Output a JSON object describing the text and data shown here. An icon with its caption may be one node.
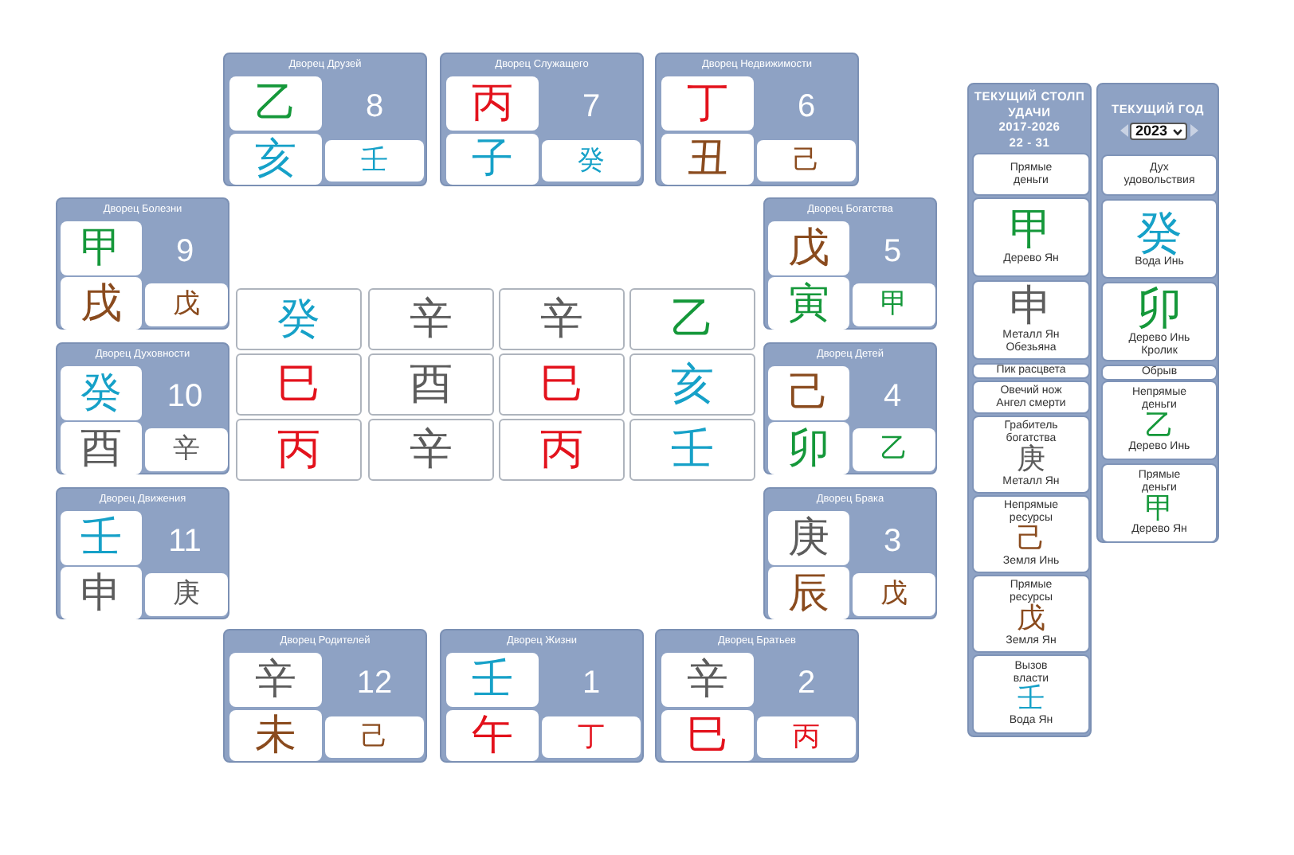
{
  "diagram": {
    "nodes": [
      {
        "text": [
          "Дворец Друзей",
          "8"
        ]
      },
      {
        "text": [
          "乙"
        ],
        "in": 0
      },
      {
        "text": [
          "亥"
        ],
        "in": 0
      },
      {
        "text": [
          "壬"
        ],
        "in": 0
      },
      {
        "text": [
          "Дворец Служащего",
          "7"
        ]
      },
      {
        "text": [
          "丙"
        ],
        "in": 4
      },
      {
        "text": [
          "子"
        ],
        "in": 4
      },
      {
        "text": [
          "癸"
        ],
        "in": 4
      },
      {
        "text": [
          "Дворец Недвижимости",
          "6"
        ]
      },
      {
        "text": [
          "丁"
        ],
        "in": 8
      },
      {
        "text": [
          "丑"
        ],
        "in": 8
      },
      {
        "text": [
          "己"
        ],
        "in": 8
      },
      {
        "text": [
          "Дворец Болезни",
          "9"
        ]
      },
      {
        "text": [
          "甲"
        ],
        "in": 12
      },
      {
        "text": [
          "戌"
        ],
        "in": 12
      },
      {
        "text": [
          "戊"
        ],
        "in": 12
      },
      {
        "text": [
          "Дворец Богатства",
          "5"
        ]
      },
      {
        "text": [
          "戊"
        ],
        "in": 16
      },
      {
        "text": [
          "寅"
        ],
        "in": 16
      },
      {
        "text": [
          "甲"
        ],
        "in": 16
      },
      {
        "text": [
          "Дворец Духовности",
          "10"
        ]
      },
      {
        "text": [
          "癸"
        ],
        "in": 20
      },
      {
        "text": [
          "酉"
        ],
        "in": 20
      },
      {
        "text": [
          "辛"
        ],
        "in": 20
      },
      {
        "text": [
          "Дворец Детей",
          "4"
        ]
      },
      {
        "text": [
          "己"
        ],
        "in": 24
      },
      {
        "text": [
          "卯"
        ],
        "in": 24
      },
      {
        "text": [
          "乙"
        ],
        "in": 24
      },
      {
        "text": [
          "Дворец Движения",
          "11"
        ]
      },
      {
        "text": [
          "壬"
        ],
        "in": 28
      },
      {
        "text": [
          "申"
        ],
        "in": 28
      },
      {
        "text": [
          "庚"
        ],
        "in": 28
      },
      {
        "text": [
          "Дворец Брака",
          "3"
        ]
      },
      {
        "text": [
          "庚"
        ],
        "in": 32
      },
      {
        "text": [
          "辰"
        ],
        "in": 32
      },
      {
        "text": [
          "戊"
        ],
        "in": 32
      },
      {
        "text": [
          "癸"
        ]
      },
      {
        "text": [
          "辛"
        ]
      },
      {
        "text": [
          "辛"
        ]
      },
      {
        "text": [
          "乙"
        ]
      },
      {
        "text": [
          "巳"
        ]
      },
      {
        "text": [
          "酉"
        ]
      },
      {
        "text": [
          "巳"
        ]
      },
      {
        "text": [
          "亥"
        ]
      },
      {
        "text": [
          "丙"
        ]
      },
      {
        "text": [
          "辛"
        ]
      },
      {
        "text": [
          "丙"
        ]
      },
      {
        "text": [
          "壬"
        ]
      },
      {
        "text": [
          "Дворец Родителей",
          "12"
        ]
      },
      {
        "text": [
          "辛"
        ],
        "in": 48
      },
      {
        "text": [
          "未"
        ],
        "in": 48
      },
      {
        "text": [
          "己"
        ],
        "in": 48
      },
      {
        "text": [
          "Дворец Жизни",
          "1"
        ]
      },
      {
        "text": [
          "壬"
        ],
        "in": 52
      },
      {
        "text": [
          "午"
        ],
        "in": 52
      },
      {
        "text": [
          "丁"
        ],
        "in": 52
      },
      {
        "text": [
          "Дворец Братьев",
          "2"
        ]
      },
      {
        "text": [
          "辛"
        ],
        "in": 56
      },
      {
        "text": [
          "巳"
        ],
        "in": 56
      },
      {
        "text": [
          "丙"
        ],
        "in": 56
      },
      {
        "text": [
          "ТЕКУЩИЙ СТОЛП УДАЧИ",
          "2017-2026",
          "22 - 31"
        ]
      },
      {
        "text": [
          "Прямые деньги"
        ],
        "in": 60
      },
      {
        "text": [
          "甲",
          "Дерево Ян"
        ],
        "in": 60
      },
      {
        "text": [
          "申",
          "Металл Ян",
          "Обезьяна"
        ],
        "in": 60
      },
      {
        "text": [
          "Пик расцвета"
        ],
        "in": 60
      },
      {
        "text": [
          "Овечий нож",
          "Ангел смерти"
        ],
        "in": 60
      },
      {
        "text": [
          "Грабитель богатства",
          "庚",
          "Металл Ян"
        ],
        "in": 60
      },
      {
        "text": [
          "Непрямые ресурсы",
          "己",
          "Земля Инь"
        ],
        "in": 60
      },
      {
        "text": [
          "Прямые ресурсы",
          "戊",
          "Земля Ян"
        ],
        "in": 60
      },
      {
        "text": [
          "Вызов власти",
          "壬",
          "Вода Ян"
        ],
        "in": 60
      },
      {
        "text": [
          "ТЕКУЩИЙ ГОД"
        ]
      },
      {
        "text": [
          "2023"
        ],
        "in": 70
      },
      {
        "text": [
          "Дух удовольствия"
        ],
        "in": 70
      },
      {
        "text": [
          "癸",
          "Вода Инь"
        ],
        "in": 70
      },
      {
        "text": [
          "卯",
          "Дерево Инь",
          "Кролик"
        ],
        "in": 70
      },
      {
        "text": [
          "Обрыв"
        ],
        "in": 70
      },
      {
        "text": [
          "Непрямые деньги",
          "乙",
          "Дерево Инь"
        ],
        "in": 70
      },
      {
        "text": [
          "Прямые деньги",
          "甲",
          "Дерево Ян"
        ],
        "in": 70
      }
    ]
  }
}
